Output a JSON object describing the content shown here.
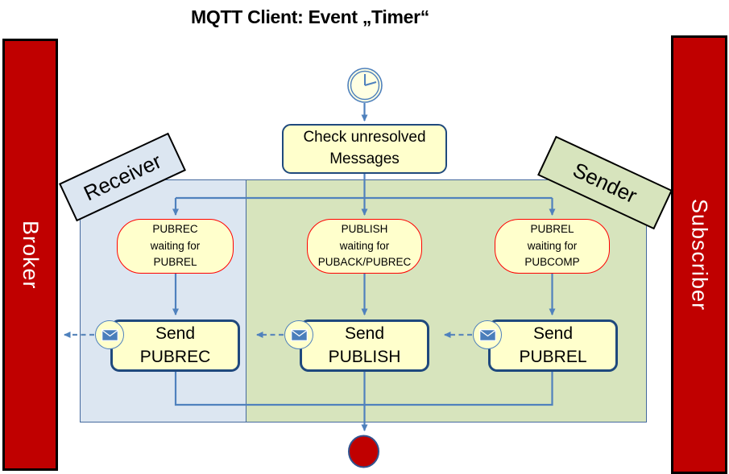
{
  "title": "MQTT Client: Event „Timer“",
  "bars": {
    "left": "Broker",
    "right": "Subscriber"
  },
  "regions": {
    "receiver": {
      "label": "Receiver"
    },
    "sender": {
      "label": "Sender"
    }
  },
  "start_box": {
    "line1": "Check unresolved",
    "line2": "Messages"
  },
  "columns": [
    {
      "state": {
        "line1": "PUBREC",
        "line2": "waiting for",
        "line3": "PUBREL"
      },
      "action": {
        "line1": "Send",
        "line2": "PUBREC"
      }
    },
    {
      "state": {
        "line1": "PUBLISH",
        "line2": "waiting for",
        "line3": "PUBACK/PUBREC"
      },
      "action": {
        "line1": "Send",
        "line2": "PUBLISH"
      }
    },
    {
      "state": {
        "line1": "PUBREL",
        "line2": "waiting for",
        "line3": "PUBCOMP"
      },
      "action": {
        "line1": "Send",
        "line2": "PUBREL"
      }
    }
  ],
  "icons": {
    "start": "clock-icon",
    "message": "envelope-icon",
    "end": "end-node-circle"
  },
  "colors": {
    "lane_red": "#c00000",
    "region_blue": "#dce6f1",
    "region_green": "#d7e4bd",
    "box_yellow": "#ffffcc",
    "box_border_navy": "#1f497d",
    "state_border_red": "#ff0000",
    "connector_blue": "#4f81bd",
    "region_border": "#44699d"
  }
}
